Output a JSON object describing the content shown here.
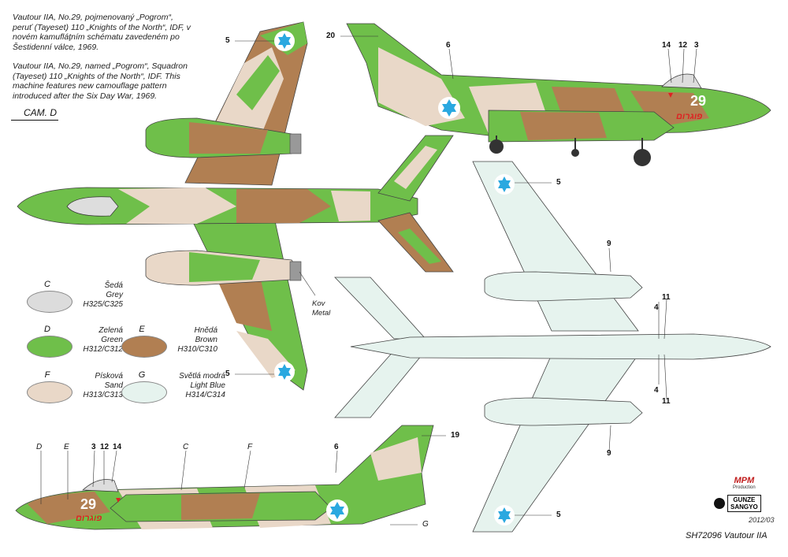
{
  "description": {
    "czech": "Vautour IIA, No.29, pojmenovaný „Pogrom“, peruť (Tayeset) 110 „Knights of the North“, IDF, v novém kamufláţním schématu zavedeném po Šestidenní válce, 1969.",
    "english": "Vautour IIA, No.29, named „Pogrom“, Squadron (Tayeset) 110 „Knights of the North“, IDF. This machine features new camouflage pattern introduced after the Six Day War, 1969."
  },
  "camo_label": "CAM. D",
  "colors": {
    "grey": "#dcdcdc",
    "green": "#6fbf4a",
    "brown": "#b17f52",
    "sand": "#e9d8c8",
    "lightblue": "#e6f3ee",
    "star": "#2aa8e0"
  },
  "swatches": [
    {
      "letter": "C",
      "name_cz": "Šedá",
      "name_en": "Grey",
      "code": "H325/C325"
    },
    {
      "letter": "D",
      "name_cz": "Zelená",
      "name_en": "Green",
      "code": "H312/C312"
    },
    {
      "letter": "E",
      "name_cz": "Hnědá",
      "name_en": "Brown",
      "code": "H310/C310"
    },
    {
      "letter": "F",
      "name_cz": "Písková",
      "name_en": "Sand",
      "code": "H313/C313"
    },
    {
      "letter": "G",
      "name_cz": "Světlá modrá",
      "name_en": "Light Blue",
      "code": "H314/C314"
    }
  ],
  "kov_label": "Kov Metal",
  "callouts": {
    "c5": "5",
    "c20": "20",
    "c6": "6",
    "c14": "14",
    "c12": "12",
    "c3": "3",
    "c9": "9",
    "c4": "4",
    "c11": "11",
    "c19": "19",
    "cD": "D",
    "cE": "E",
    "cC": "C",
    "cF": "F",
    "cG": "G"
  },
  "aircraft_number": "29",
  "aircraft_name": "פוגרום",
  "date": "2012/03",
  "product_code": "SH72096 Vautour IIA",
  "brand": {
    "top": "MPM",
    "sub": "Production",
    "gunze1": "GUNZE",
    "gunze2": "SANGYO"
  }
}
